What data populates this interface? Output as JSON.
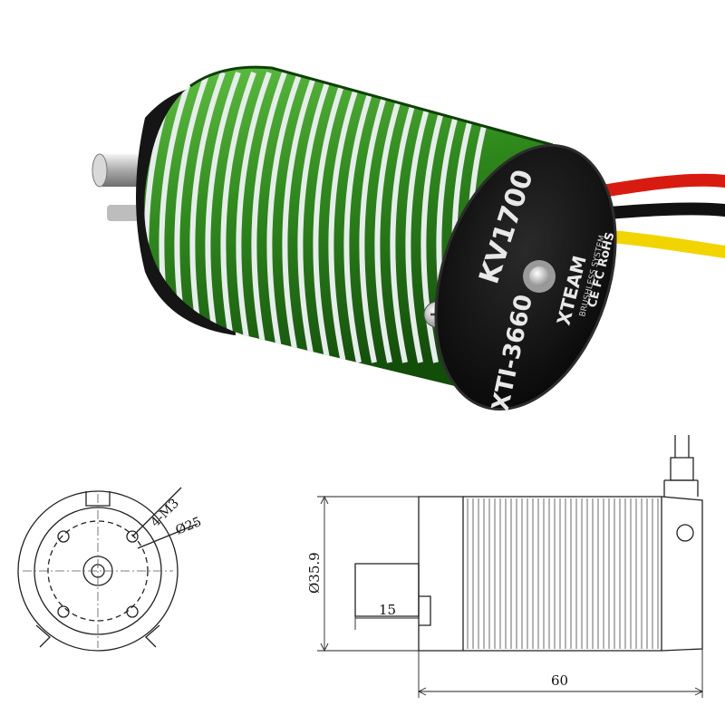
{
  "product_photo": {
    "label_model": "XTI-3660",
    "label_kv": "KV1700",
    "label_brand": "XTEAM",
    "label_subtitle": "BRUSHLESS SYSTEM",
    "label_marks": "CE FC RoHS",
    "body_color": "#2f8a1c",
    "fin_color": "#e9ecef",
    "cap_color": "#0d0d0d",
    "wire_colors": [
      "#d81b10",
      "#111111",
      "#f2d400"
    ]
  },
  "front_view": {
    "label_bolts": "4-M3",
    "label_circle": "Ø25"
  },
  "side_view": {
    "label_diameter": "Ø35.9",
    "label_shaft": "15",
    "label_length": "60"
  }
}
